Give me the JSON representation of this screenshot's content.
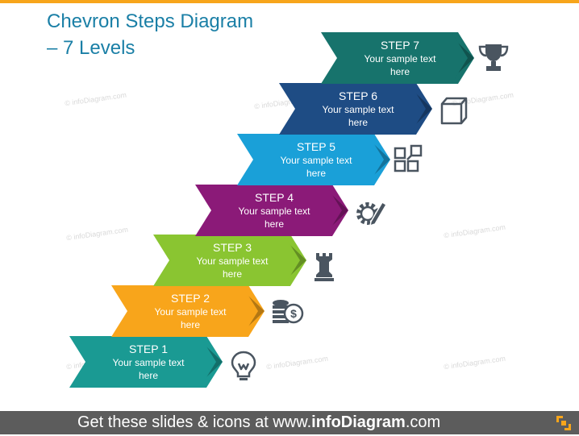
{
  "title": {
    "line1": "Chevron Steps Diagram",
    "line2": "– 7 Levels"
  },
  "watermark": "© infoDiagram.com",
  "steps": [
    {
      "label": "STEP 1",
      "text": "Your sample text here",
      "color": "#1a9a93",
      "icon": "lightbulb-icon"
    },
    {
      "label": "STEP 2",
      "text": "Your sample text here",
      "color": "#f8a51b",
      "icon": "coins-dollar-icon"
    },
    {
      "label": "STEP 3",
      "text": "Your sample text here",
      "color": "#8ac531",
      "icon": "chess-rook-icon"
    },
    {
      "label": "STEP 4",
      "text": "Your sample text here",
      "color": "#8b1a78",
      "icon": "gear-pencil-icon"
    },
    {
      "label": "STEP 5",
      "text": "Your sample text here",
      "color": "#1aa0d8",
      "icon": "modules-icon"
    },
    {
      "label": "STEP 6",
      "text": "Your sample text here",
      "color": "#1e4c84",
      "icon": "box-icon"
    },
    {
      "label": "STEP 7",
      "text": "Your sample text here",
      "color": "#17736c",
      "icon": "trophy-icon"
    }
  ],
  "footer": {
    "prefix": "Get these slides & icons at www.",
    "brand": "infoDiagram",
    "suffix": ".com"
  }
}
